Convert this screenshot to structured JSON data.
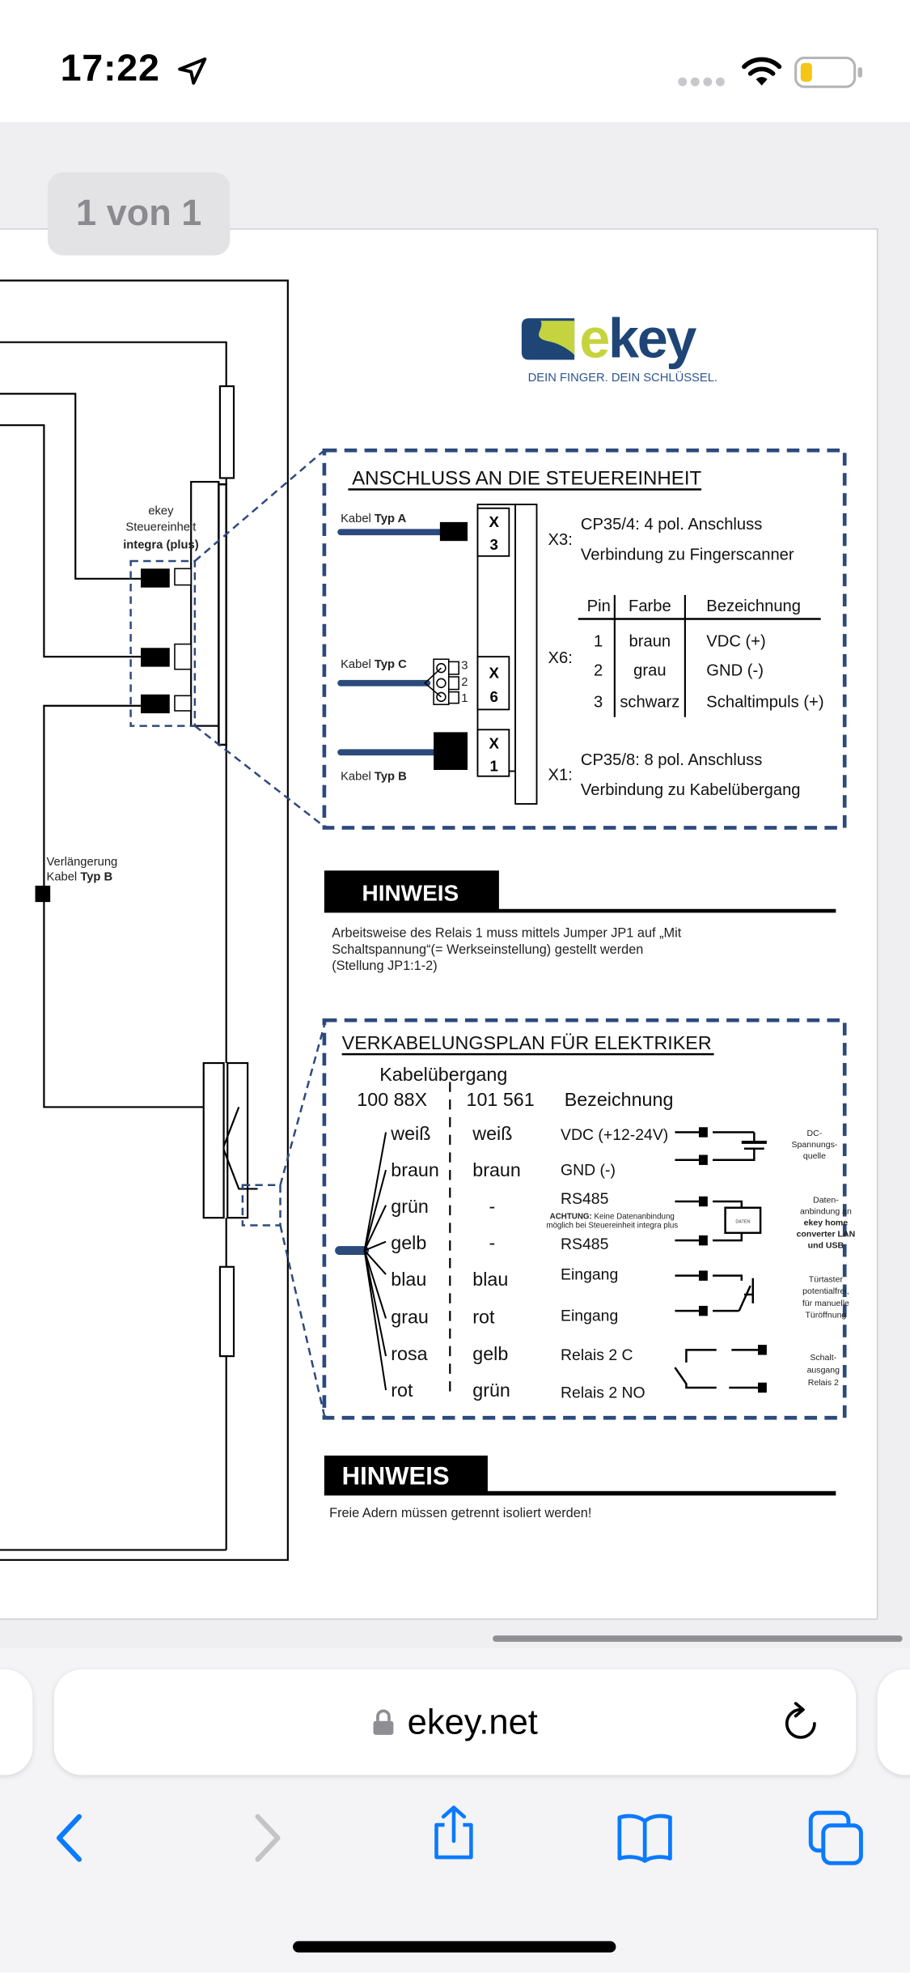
{
  "status_bar": {
    "time": "17:22",
    "icons": [
      "location-arrow-icon",
      "cellular-signal-icon",
      "wifi-icon",
      "battery-low-icon"
    ],
    "battery_color": "#f5c518"
  },
  "viewer": {
    "page_indicator": "1 von 1"
  },
  "document": {
    "logo": {
      "brand": "ekey",
      "tagline": "DEIN FINGER. DEIN SCHLÜSSEL.",
      "colors": {
        "blue": "#1f4577",
        "green": "#c5d43e"
      }
    },
    "overview": {
      "unit_label": [
        "ekey",
        "Steuereinheit",
        "integra (plus)"
      ],
      "extension_label": [
        "Verlängerung",
        "Kabel ",
        "Typ B"
      ]
    },
    "connection_box": {
      "title": "ANSCHLUSS AN DIE STEUEREINHEIT",
      "cable_a": {
        "prefix": "Kabel ",
        "type": "Typ A"
      },
      "cable_b": {
        "prefix": "Kabel ",
        "type": "Typ B"
      },
      "cable_c": {
        "prefix": "Kabel ",
        "type": "Typ C"
      },
      "terminal_x3": {
        "letter": "X",
        "num": "3",
        "label": "X3:",
        "line1": "CP35/4: 4 pol. Anschluss",
        "line2": "Verbindung zu Fingerscanner"
      },
      "terminal_x6": {
        "letter": "X",
        "num": "6",
        "label": "X6:"
      },
      "terminal_x1": {
        "letter": "X",
        "num": "1",
        "label": "X1:",
        "line1": "CP35/8: 8 pol. Anschluss",
        "line2": "Verbindung zu Kabelübergang"
      },
      "plug_pins": [
        "3",
        "2",
        "1"
      ],
      "pin_table": {
        "headers": [
          "Pin",
          "Farbe",
          "Bezeichnung"
        ],
        "rows": [
          [
            "1",
            "braun",
            "VDC (+)"
          ],
          [
            "2",
            "grau",
            "GND (-)"
          ],
          [
            "3",
            "schwarz",
            "Schaltimpuls (+)"
          ]
        ]
      }
    },
    "note1": {
      "heading": "HINWEIS",
      "lines": [
        "Arbeitsweise des Relais 1 muss mittels Jumper JP1 auf „Mit",
        "Schaltspannung“(= Werkseinstellung) gestellt werden",
        "(Stellung JP1:1-2)"
      ]
    },
    "wiring_box": {
      "title": "VERKABELUNGSPLAN FÜR ELEKTRIKER",
      "group_header": "Kabelübergang",
      "col_headers": [
        "100 88X",
        "101 561",
        "Bezeichnung"
      ],
      "rows": [
        [
          "weiß",
          "weiß",
          "VDC (+12-24V)"
        ],
        [
          "braun",
          "braun",
          "GND (-)"
        ],
        [
          "grün",
          "-",
          "RS485"
        ],
        [
          "gelb",
          "-",
          "RS485"
        ],
        [
          "blau",
          "blau",
          "Eingang"
        ],
        [
          "grau",
          "rot",
          "Eingang"
        ],
        [
          "rosa",
          "gelb",
          "Relais 2 C"
        ],
        [
          "rot",
          "grün",
          "Relais 2 NO"
        ]
      ],
      "warning": {
        "bold": "ACHTUNG:",
        "line1": " Keine Datenanbindung",
        "line2": "möglich bei Steuereinheit integra plus"
      },
      "data_box_label": "DATEN",
      "dc_label": [
        "DC-",
        "Spannungs-",
        "quelle"
      ],
      "data_label": [
        "Daten-",
        "anbindung an",
        "ekey home",
        "converter LAN",
        "und USB"
      ],
      "button_label": [
        "Türtaster",
        "potentialfrei,",
        "für manuelle",
        "Türöffnung"
      ],
      "relay_label": [
        "Schalt-",
        "ausgang",
        "Relais 2"
      ]
    },
    "note2": {
      "heading": "HINWEIS",
      "text": "Freie Adern müssen getrennt isoliert werden!"
    },
    "accent_color": "#2c4a7c"
  },
  "browser": {
    "url": "ekey.net",
    "icons": [
      "lock-icon",
      "reload-icon",
      "back-icon",
      "forward-icon",
      "share-icon",
      "bookmarks-icon",
      "tabs-icon"
    ],
    "tint": "#0a7aff"
  }
}
